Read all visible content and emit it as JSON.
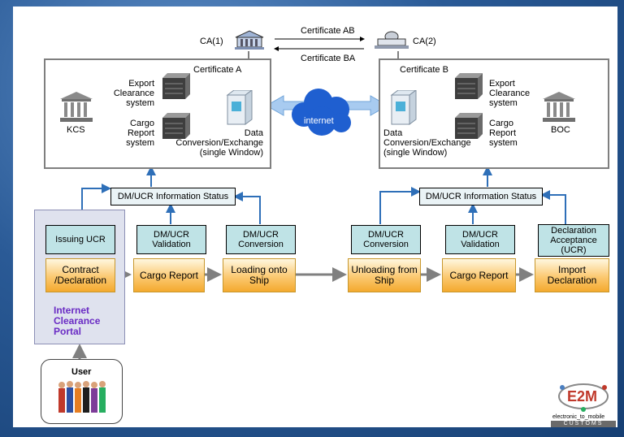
{
  "certs": {
    "ca1": "CA(1)",
    "ca2": "CA(2)",
    "ab": "Certificate AB",
    "ba": "Certificate BA",
    "a": "Certificate A",
    "b": "Certificate B"
  },
  "left": {
    "kcs": "KCS",
    "export_l1": "Export",
    "export_l2": "Clearance",
    "export_l3": "system",
    "cargo_l1": "Cargo",
    "cargo_l2": "Report",
    "cargo_l3": "system",
    "data_l1": "Data",
    "data_l2": "Conversion/Exchange",
    "data_l3": "(single Window)"
  },
  "right": {
    "boc": "BOC",
    "export_l1": "Export",
    "export_l2": "Clearance",
    "export_l3": "system",
    "cargo_l1": "Cargo",
    "cargo_l2": "Report",
    "cargo_l3": "system",
    "data_l1": "Data",
    "data_l2": "Conversion/Exchange",
    "data_l3": "(single Window)"
  },
  "internet": "internet",
  "status_left": "DM/UCR Information Status",
  "status_right": "DM/UCR Information Status",
  "validation": [
    {
      "l1": "Issuing UCR",
      "l2": "",
      "l3": ""
    },
    {
      "l1": "DM/UCR",
      "l2": "Validation",
      "l3": ""
    },
    {
      "l1": "DM/UCR",
      "l2": "Conversion",
      "l3": ""
    },
    {
      "l1": "DM/UCR",
      "l2": "Conversion",
      "l3": ""
    },
    {
      "l1": "DM/UCR",
      "l2": "Validation",
      "l3": ""
    },
    {
      "l1": "Declaration",
      "l2": "Acceptance",
      "l3": "(UCR)"
    }
  ],
  "process": [
    {
      "l1": "Contract",
      "l2": "/Declaration"
    },
    {
      "l1": "Cargo Report",
      "l2": ""
    },
    {
      "l1": "Loading onto",
      "l2": "Ship"
    },
    {
      "l1": "Unloading from",
      "l2": "Ship"
    },
    {
      "l1": "Cargo Report",
      "l2": ""
    },
    {
      "l1": "Import",
      "l2": "Declaration"
    }
  ],
  "portal": {
    "l1": "Internet",
    "l2": "Clearance",
    "l3": "Portal"
  },
  "user": "User",
  "logo": {
    "mark": "E2M",
    "tagline": "electronic_to_mobile",
    "band": "CUSTOMS"
  },
  "colors": {
    "process_fill": "#f8bf5e",
    "validation_fill": "#bfe3e6",
    "portal_text": "#6a2cc4",
    "arrow_red": "#8b1a1a",
    "connector_blue": "#2e6fb8"
  }
}
